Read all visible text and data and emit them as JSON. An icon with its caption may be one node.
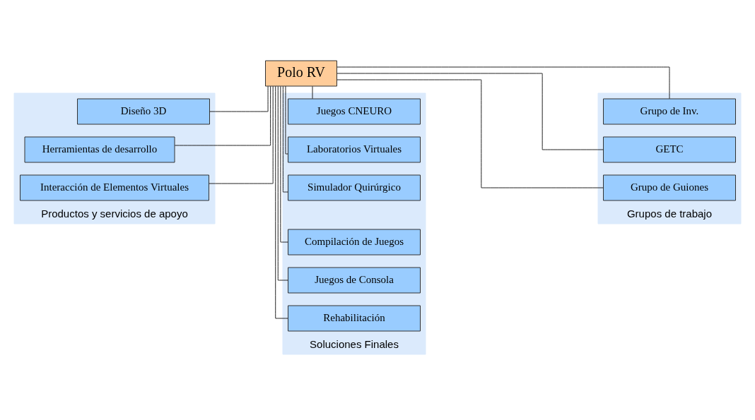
{
  "diagram": {
    "nodes": [
      {
        "text": [
          "Polo RV"
        ]
      },
      {
        "text": [
          "Soluciones Finales"
        ]
      },
      {
        "text": [
          "Juegos CNEURO"
        ],
        "in": 1
      },
      {
        "text": [
          "Laboratorios Virtuales"
        ],
        "in": 1
      },
      {
        "text": [
          "Simulador Quirúrgico"
        ],
        "in": 1
      },
      {
        "text": [
          "Compilación de Juegos"
        ],
        "in": 1
      },
      {
        "text": [
          "Juegos de Consola"
        ],
        "in": 1
      },
      {
        "text": [
          "Rehabilitación"
        ],
        "in": 1
      },
      {
        "text": [
          "Productos y servicios de apoyo"
        ]
      },
      {
        "text": [
          "Diseño 3D"
        ],
        "in": 8
      },
      {
        "text": [
          "Herramientas de desarrollo"
        ],
        "in": 8
      },
      {
        "text": [
          "Interacción de Elementos Virtuales"
        ],
        "in": 8
      },
      {
        "text": [
          "Grupos de trabajo"
        ]
      },
      {
        "text": [
          "Grupo de Inv."
        ],
        "in": 12
      },
      {
        "text": [
          "GETC"
        ],
        "in": 12
      },
      {
        "text": [
          "Grupo de Guiones"
        ],
        "in": 12
      }
    ],
    "edges": [
      {
        "from": 0,
        "to": 2,
        "arrow": "none"
      },
      {
        "from": 0,
        "to": 3,
        "arrow": "none"
      },
      {
        "from": 0,
        "to": 4,
        "arrow": "none"
      },
      {
        "from": 0,
        "to": 5,
        "arrow": "none"
      },
      {
        "from": 0,
        "to": 6,
        "arrow": "none"
      },
      {
        "from": 0,
        "to": 7,
        "arrow": "none"
      },
      {
        "from": 0,
        "to": 9,
        "arrow": "none"
      },
      {
        "from": 0,
        "to": 10,
        "arrow": "none"
      },
      {
        "from": 0,
        "to": 11,
        "arrow": "none"
      },
      {
        "from": 0,
        "to": 13,
        "arrow": "none"
      },
      {
        "from": 0,
        "to": 14,
        "arrow": "none"
      },
      {
        "from": 0,
        "to": 15,
        "arrow": "none"
      }
    ]
  }
}
